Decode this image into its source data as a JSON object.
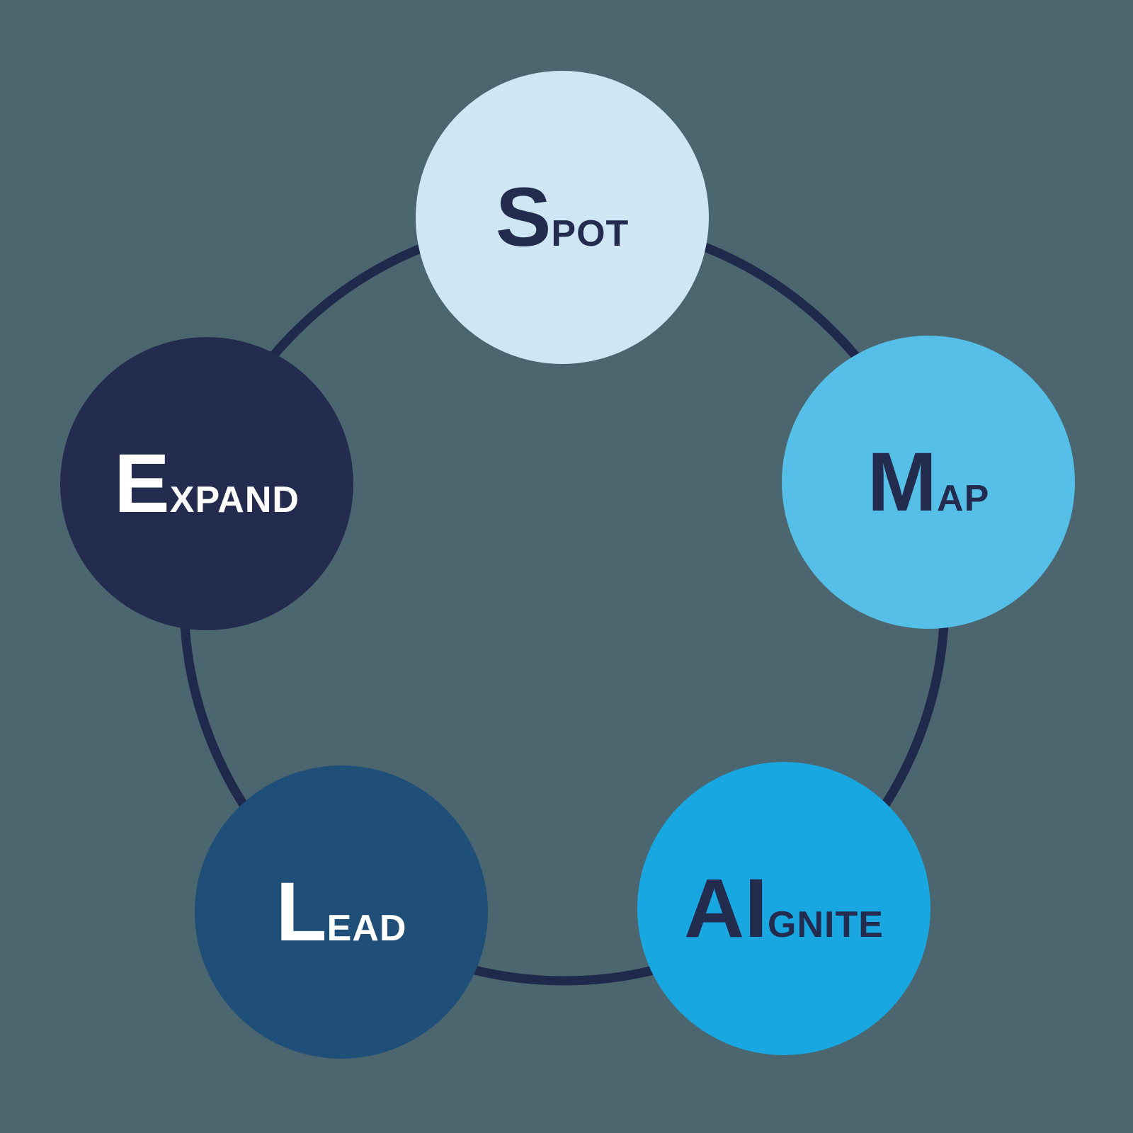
{
  "diagram": {
    "background_color": "#4C666F",
    "ring": {
      "color": "#1F294B",
      "thickness": "13"
    },
    "nodes": [
      {
        "id": "spot",
        "label": "SPOT",
        "big": "S",
        "small": "POT",
        "circle_color": "#CFE6F4",
        "text_color": "#232C4E"
      },
      {
        "id": "map",
        "label": "MAP",
        "big": "M",
        "small": "AP",
        "circle_color": "#55BFE7",
        "text_color": "#232C4E"
      },
      {
        "id": "aignite",
        "label": "AIGNITE",
        "big": "AI",
        "small": "GNITE",
        "circle_color": "#18A7E1",
        "text_color": "#232C4E"
      },
      {
        "id": "lead",
        "label": "LEAD",
        "big": "L",
        "small": "EAD",
        "circle_color": "#1F4E78",
        "text_color": "#FFFFFF"
      },
      {
        "id": "expand",
        "label": "EXPAND",
        "big": "E",
        "small": "XPAND",
        "circle_color": "#232C4E",
        "text_color": "#FFFFFF"
      }
    ]
  }
}
